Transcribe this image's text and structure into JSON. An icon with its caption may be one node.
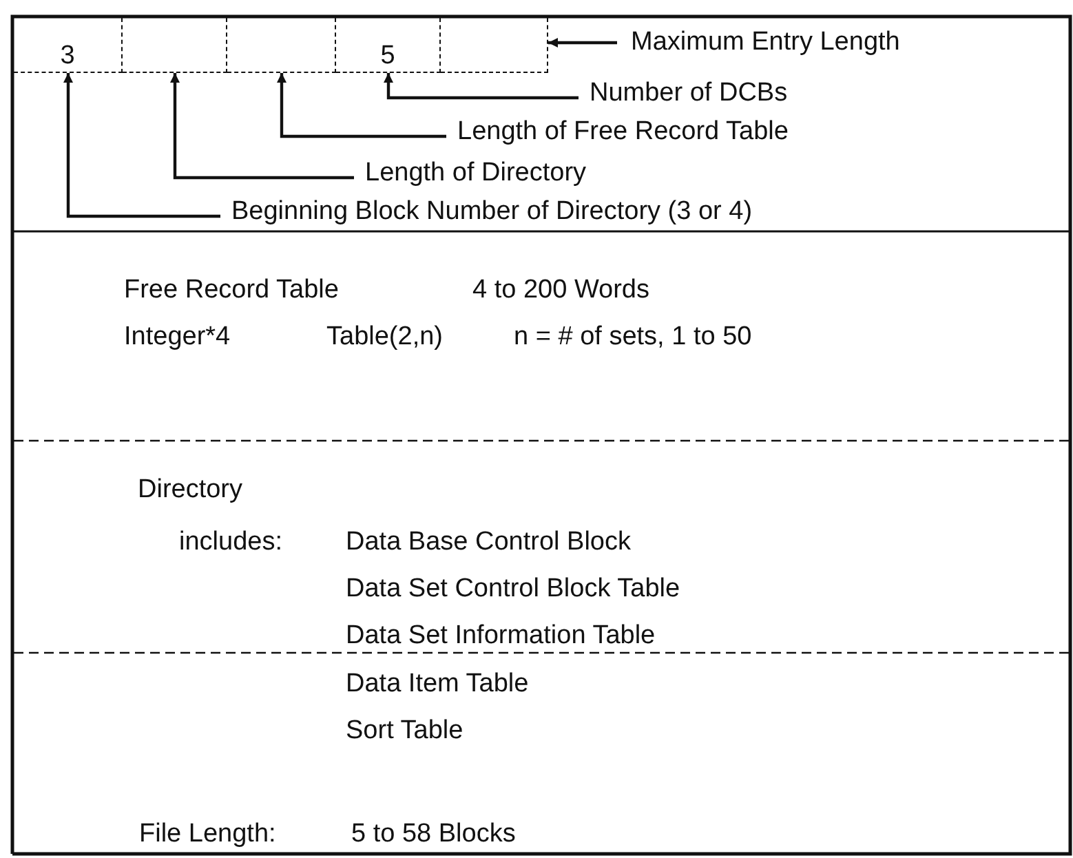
{
  "diagram": {
    "nodes": [
      {
        "text": [
          "3"
        ]
      },
      {
        "text": [],
        "shape": "box"
      },
      {
        "text": [],
        "shape": "box"
      },
      {
        "text": [
          "5"
        ]
      },
      {
        "text": [],
        "shape": "box"
      },
      {
        "text": [
          "Maximum Entry Length"
        ]
      },
      {
        "text": [
          "Number of DCBs"
        ]
      },
      {
        "text": [
          "Length of Free Record Table"
        ]
      },
      {
        "text": [
          "Length of Directory"
        ]
      },
      {
        "text": [
          "Beginning Block Number of Directory (3 or 4)"
        ]
      }
    ],
    "edges": [
      {
        "from": 5,
        "to": 4,
        "arrow": "to"
      },
      {
        "from": 6,
        "to": 3,
        "arrow": "to"
      },
      {
        "from": 7,
        "to": 2,
        "arrow": "to"
      },
      {
        "from": 8,
        "to": 1,
        "arrow": "to"
      },
      {
        "from": 9,
        "to": 0,
        "arrow": "to"
      }
    ],
    "labels": [
      "Free Record Table",
      "4 to 200 Words",
      "Integer*4",
      "Table(2,n)",
      "n = # of sets, 1 to 50",
      "Directory",
      "includes:",
      "Data Base Control Block",
      "Data Set Control Block Table",
      "Data Set Information Table",
      "Data Item Table",
      "Sort Table",
      "File Length:",
      "5 to 58 Blocks"
    ]
  }
}
